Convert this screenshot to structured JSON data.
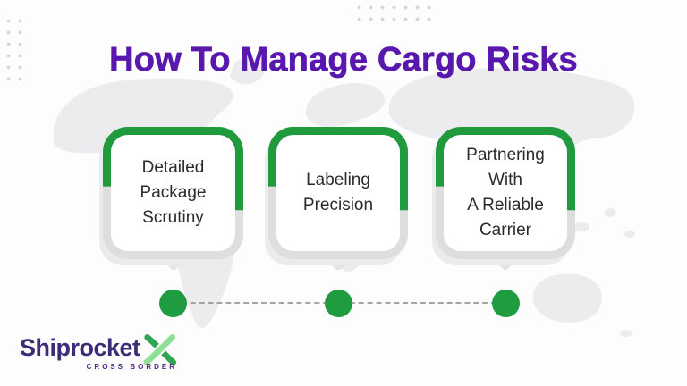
{
  "title": {
    "text": "How To Manage Cargo Risks",
    "color": "#5A17AE"
  },
  "cards": [
    {
      "label": "Detailed\nPackage\nScrutiny"
    },
    {
      "label": "Labeling\nPrecision"
    },
    {
      "label": "Partnering\nWith\nA Reliable\nCarrier"
    }
  ],
  "timeline": {
    "dot_count": 3,
    "dot_color": "#209C40",
    "line_style": "dashed",
    "line_color": "#A3A3A6"
  },
  "logo": {
    "brand": "Shiprocket",
    "mark": "X",
    "tagline": "CROSS BORDER",
    "brand_color": "#3C2B75",
    "mark_green_light": "#8FE096",
    "mark_green_dark": "#2FA552"
  },
  "colors": {
    "accent_green": "#1F9A3D",
    "card_border_gray": "#DEDEE1",
    "card_text": "#2B2B2B",
    "map_gray": "#ECECEE",
    "background": "#FDFDFE",
    "dot_pattern_gray": "#D6D6DA"
  }
}
